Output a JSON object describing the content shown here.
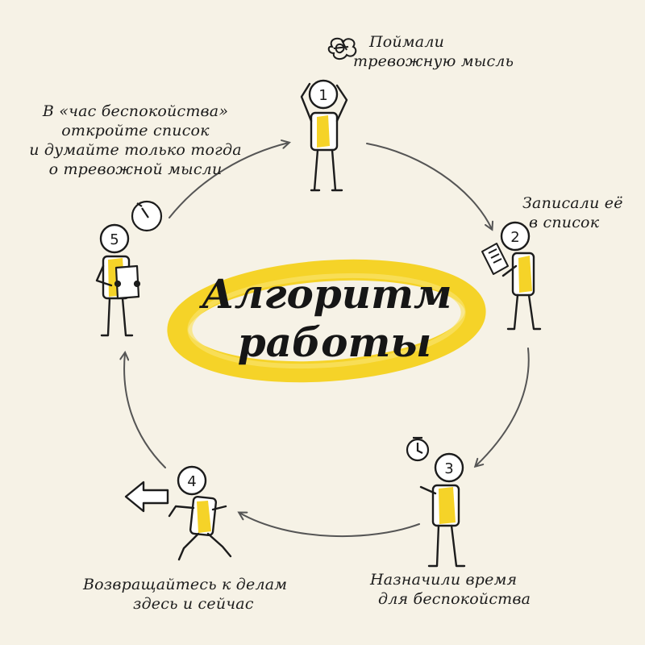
{
  "title": {
    "line1": "Алгоритм",
    "line2": "работы"
  },
  "steps": [
    {
      "number": "1",
      "caption": [
        "Поймали",
        "тревожную мысль"
      ]
    },
    {
      "number": "2",
      "caption": [
        "Записали её",
        "в список"
      ]
    },
    {
      "number": "3",
      "caption": [
        "Назначили время",
        "для беспокойства"
      ]
    },
    {
      "number": "4",
      "caption": [
        "Возвращайтесь к делам",
        "здесь и сейчас"
      ]
    },
    {
      "number": "5",
      "caption": [
        "В «час беспокойства»",
        "откройте список",
        "и думайте только тогда",
        "о тревожной мысли"
      ]
    }
  ],
  "colors": {
    "accent": "#f5d328",
    "ink": "#1c1c1c",
    "arrow": "#555555",
    "background": "#f6f2e6"
  },
  "icons": [
    "scribble-icon",
    "list-sheet-icon",
    "clock-icon",
    "left-arrow-icon",
    "clipboard-icon"
  ]
}
